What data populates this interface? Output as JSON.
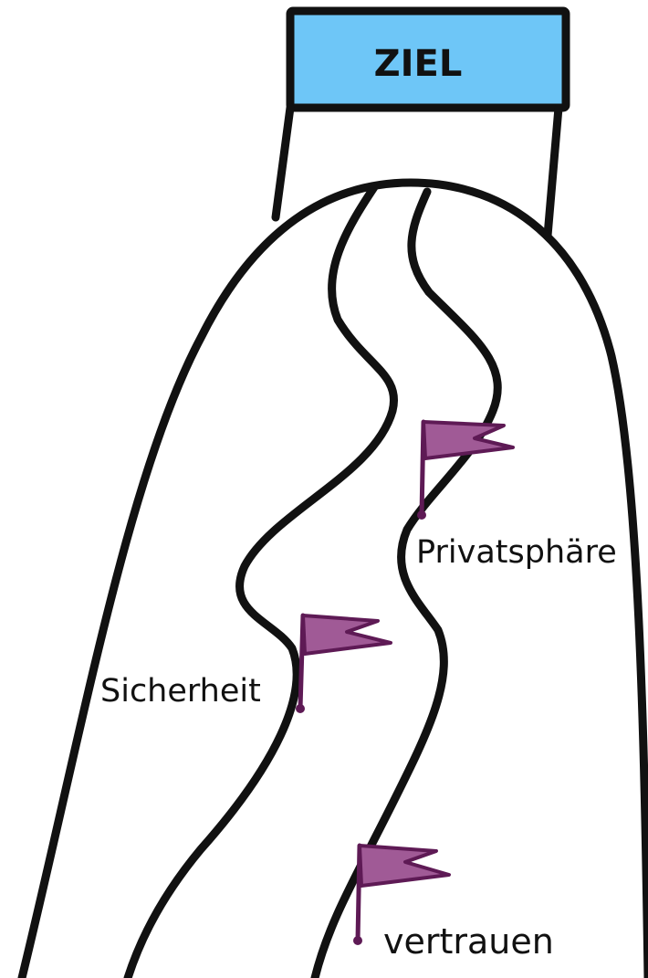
{
  "goal": {
    "label": "ZIEL",
    "color": "#6ec6f7"
  },
  "flag_color": "#a05a96",
  "milestones": [
    {
      "label": "Privatsphäre"
    },
    {
      "label": "Sicherheit"
    },
    {
      "label": "vertrauen"
    }
  ]
}
